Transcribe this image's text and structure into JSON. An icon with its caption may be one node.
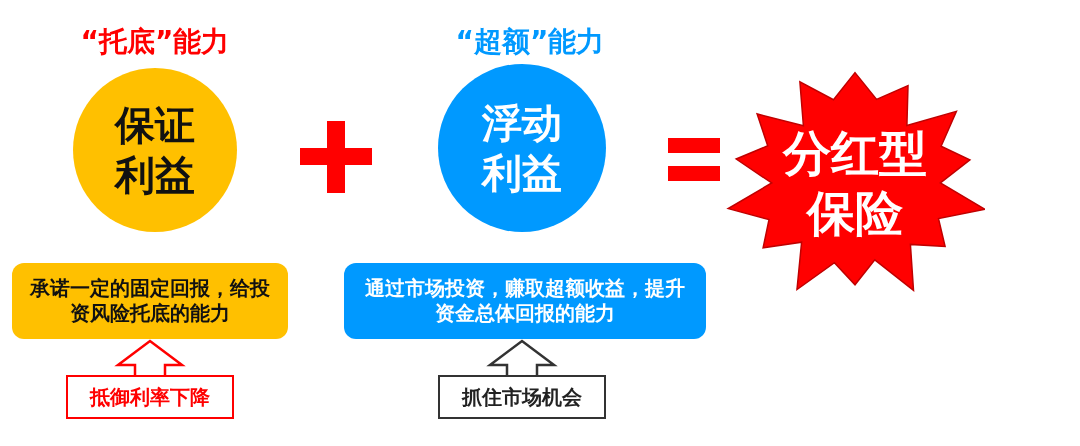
{
  "diagram": {
    "nodes": [
      {
        "text": [
          "保证利益"
        ],
        "beside": [
          "“托底”能力"
        ]
      },
      {
        "text": [
          "浮动利益"
        ],
        "beside": [
          "“超额”能力"
        ]
      },
      {
        "text": [
          "分红型保险"
        ]
      },
      {
        "text": [
          "承诺一定的固定回报，给投资风险托底的能力"
        ]
      },
      {
        "text": [
          "通过市场投资，赚取超额收益，提升资金总体回报的能力"
        ]
      },
      {
        "text": [
          "抵御利率下降"
        ]
      },
      {
        "text": [
          "抓住市场机会"
        ]
      }
    ],
    "edges": [
      {
        "from": 5,
        "to": 3,
        "arrow": "to",
        "color": "#ff0000"
      },
      {
        "from": 6,
        "to": 4,
        "arrow": "to",
        "color": "#333333"
      }
    ]
  }
}
